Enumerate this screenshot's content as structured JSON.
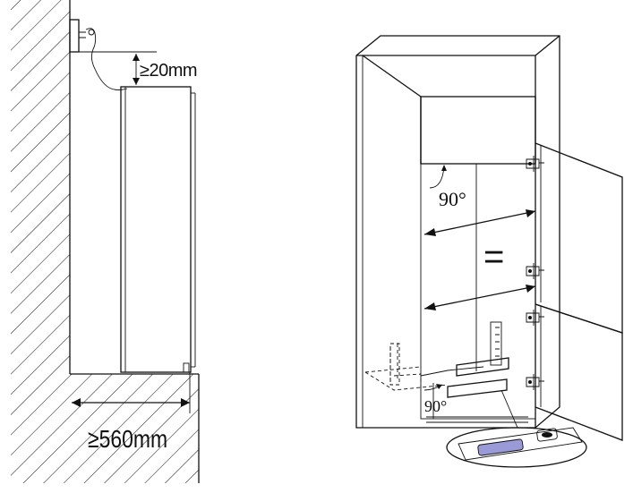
{
  "left_diagram": {
    "gap_label": "≥20mm",
    "depth_label": "≥560mm"
  },
  "right_diagram": {
    "angle_label_upper": "90°",
    "angle_label_lower": "90°",
    "equal_sign": "="
  },
  "colors": {
    "ink": "#111111",
    "background": "#ffffff",
    "accent_slider": "#9a9ad8"
  }
}
